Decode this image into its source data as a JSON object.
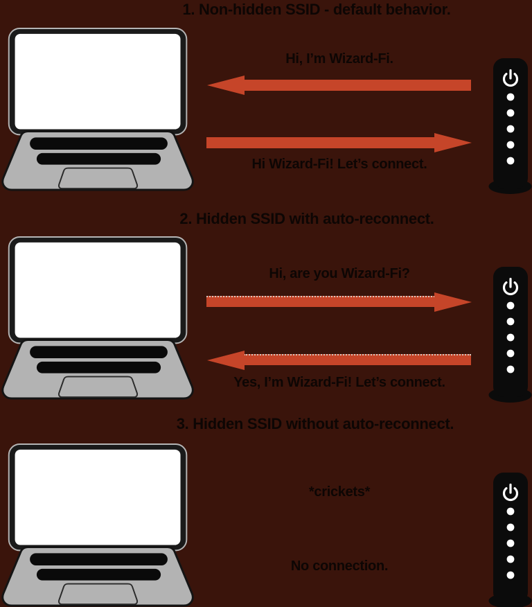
{
  "colors": {
    "background": "#3a140b",
    "arrow": "#c64529",
    "scanline": "#d9c8bf",
    "text": "#0d0604",
    "laptop_body": "#b3b3b3",
    "screen": "#ffffff",
    "device_black": "#0b0b0b",
    "led": "#ffffff"
  },
  "icons": {
    "power": "power-icon",
    "led": "led-dot",
    "arrow_left": "arrow-left-icon",
    "arrow_right": "arrow-right-icon"
  },
  "sections": [
    {
      "title": "1. Non-hidden SSID - default behavior.",
      "messages": [
        {
          "text": "Hi, I’m Wizard-Fi.",
          "direction": "left",
          "style": "solid"
        },
        {
          "text": "Hi Wizard-Fi! Let’s connect.",
          "direction": "right",
          "style": "solid"
        }
      ]
    },
    {
      "title": "2. Hidden SSID with auto-reconnect.",
      "messages": [
        {
          "text": "Hi, are you Wizard-Fi?",
          "direction": "right",
          "style": "dotted-edge"
        },
        {
          "text": "Yes, I’m Wizard-Fi! Let’s connect.",
          "direction": "left",
          "style": "dotted-edge"
        }
      ]
    },
    {
      "title": "3. Hidden SSID without auto-reconnect.",
      "messages": [
        {
          "text": "*crickets*",
          "direction": "none",
          "style": "none"
        },
        {
          "text": "No connection.",
          "direction": "none",
          "style": "none"
        }
      ]
    }
  ]
}
